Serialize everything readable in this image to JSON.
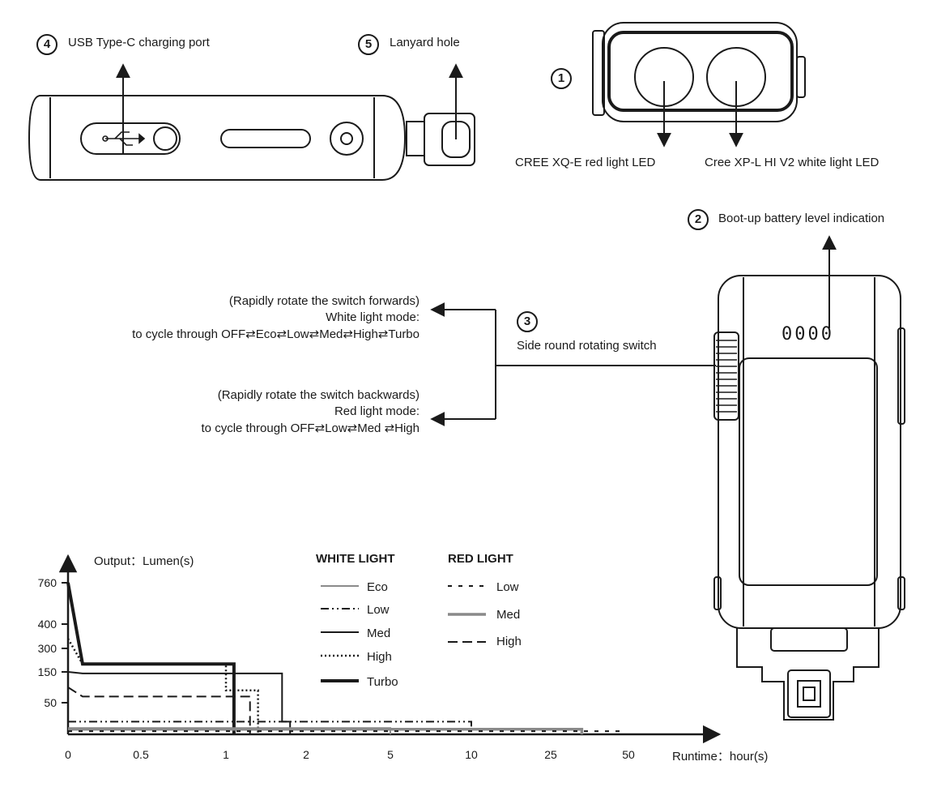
{
  "callouts": {
    "usb": {
      "num": "4",
      "label": "USB Type-C charging port"
    },
    "lanyard": {
      "num": "5",
      "label": "Lanyard hole"
    },
    "leds": {
      "num": "1",
      "red_led": "CREE XQ-E red light LED",
      "white_led": "Cree XP-L HI V2 white light LED"
    },
    "battery": {
      "num": "2",
      "label": "Boot-up battery level indication",
      "display": "0000"
    },
    "switch": {
      "num": "3",
      "label": "Side round rotating switch"
    }
  },
  "modes": {
    "forward": {
      "line1": "(Rapidly rotate the switch forwards)",
      "line2": "White light mode:",
      "line3": "to cycle through OFF⇄Eco⇄Low⇄Med⇄High⇄Turbo"
    },
    "backward": {
      "line1": "(Rapidly rotate the switch backwards)",
      "line2": "Red light mode:",
      "line3": "to cycle through OFF⇄Low⇄Med ⇄High"
    }
  },
  "legend": {
    "white_title": "WHITE LIGHT",
    "red_title": "RED LIGHT",
    "white": [
      "Eco",
      "Low",
      "Med",
      "High",
      "Turbo"
    ],
    "red": [
      "Low",
      "Med",
      "High"
    ]
  },
  "chart_data": {
    "type": "line",
    "ylabel": "Output：Lumen(s)",
    "xlabel": "Runtime：hour(s)",
    "y_ticks": [
      "760",
      "400",
      "300",
      "150",
      "50"
    ],
    "x_ticks": [
      "0",
      "0.5",
      "1",
      "2",
      "5",
      "10",
      "25",
      "50"
    ],
    "x_scale": "nonlinear (categorical ticks)",
    "series": [
      {
        "name": "Turbo",
        "group": "WHITE LIGHT",
        "points": [
          [
            0,
            760
          ],
          [
            0.1,
            200
          ],
          [
            1.1,
            200
          ],
          [
            1.1,
            0
          ]
        ]
      },
      {
        "name": "High",
        "group": "WHITE LIGHT",
        "points": [
          [
            0,
            340
          ],
          [
            0.1,
            200
          ],
          [
            1.0,
            200
          ],
          [
            1.0,
            90
          ],
          [
            1.4,
            90
          ],
          [
            1.4,
            0
          ]
        ]
      },
      {
        "name": "Med",
        "group": "WHITE LIGHT",
        "points": [
          [
            0,
            150
          ],
          [
            0.1,
            145
          ],
          [
            1.7,
            145
          ],
          [
            1.7,
            20
          ],
          [
            1.8,
            20
          ],
          [
            1.8,
            0
          ]
        ]
      },
      {
        "name": "Low",
        "group": "WHITE LIGHT",
        "points": [
          [
            0,
            20
          ],
          [
            10,
            20
          ],
          [
            10,
            0
          ]
        ]
      },
      {
        "name": "Eco",
        "group": "WHITE LIGHT",
        "points": [
          [
            0,
            10
          ],
          [
            5,
            10
          ],
          [
            5,
            0
          ]
        ]
      },
      {
        "name": "High",
        "group": "RED LIGHT",
        "points": [
          [
            0,
            100
          ],
          [
            0.1,
            70
          ],
          [
            1.3,
            70
          ],
          [
            1.3,
            0
          ]
        ]
      },
      {
        "name": "Med",
        "group": "RED LIGHT",
        "points": [
          [
            0,
            8
          ],
          [
            35,
            8
          ],
          [
            35,
            0
          ]
        ]
      },
      {
        "name": "Low",
        "group": "RED LIGHT",
        "points": [
          [
            0,
            5
          ],
          [
            48,
            5
          ],
          [
            48,
            0
          ]
        ]
      }
    ]
  }
}
